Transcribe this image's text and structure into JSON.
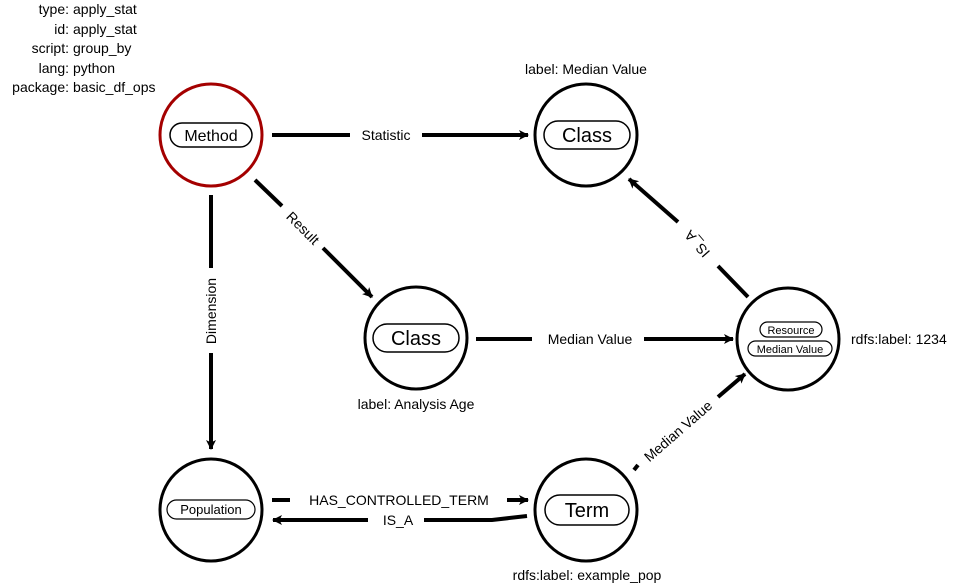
{
  "method_properties": [
    {
      "key": "type:",
      "value": "apply_stat"
    },
    {
      "key": "id:",
      "value": "apply_stat"
    },
    {
      "key": "script:",
      "value": "group_by"
    },
    {
      "key": "lang:",
      "value": "python"
    },
    {
      "key": "package:",
      "value": "basic_df_ops"
    }
  ],
  "nodes": {
    "method": {
      "badge": "Method",
      "border_color": "#a40000"
    },
    "class_top": {
      "badge": "Class",
      "caption": "label: Median Value"
    },
    "class_mid": {
      "badge": "Class",
      "caption": "label: Analysis Age"
    },
    "resource": {
      "badge1": "Resource",
      "badge2": "Median Value",
      "caption": "rdfs:label: 1234"
    },
    "population": {
      "badge": "Population"
    },
    "term": {
      "badge": "Term",
      "caption": "rdfs:label: example_pop"
    }
  },
  "edges": {
    "statistic": "Statistic",
    "result": "Result",
    "dimension": "Dimension",
    "is_a_resource": "IS_A",
    "median_value_mid": "Median Value",
    "median_value_term": "Median Value",
    "has_controlled_term": "HAS_CONTROLLED_TERM",
    "is_a_term": "IS_A"
  }
}
